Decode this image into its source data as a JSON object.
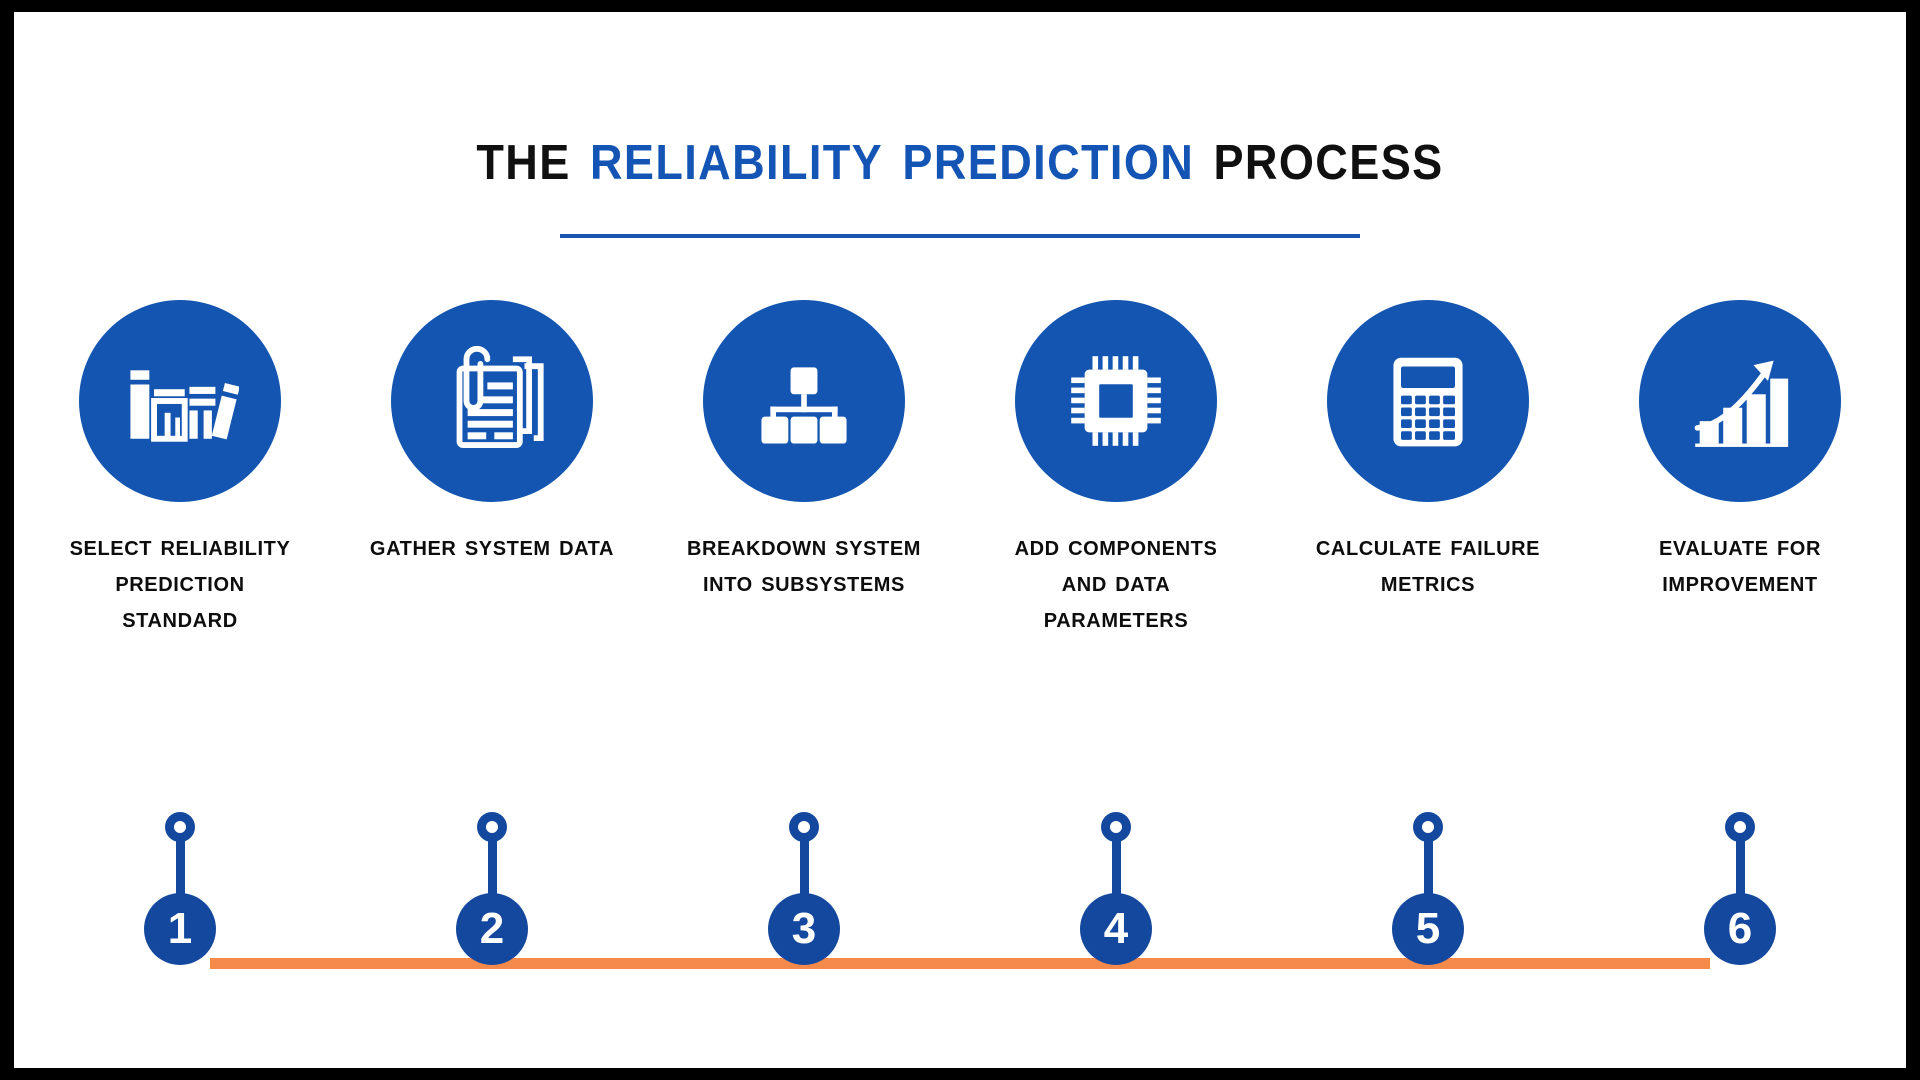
{
  "theme": {
    "brand_blue": "#1355b0",
    "marker_blue": "#14489e",
    "connector_orange": "#f58a4b",
    "title_black": "#101010",
    "background": "#ffffff",
    "border": "#000000"
  },
  "title": {
    "part1": "The ",
    "highlight": "Reliability Prediction",
    "part2": " Process",
    "full": "The Reliability Prediction Process"
  },
  "steps": [
    {
      "number": "1",
      "label": "Select Reliability Prediction Standard",
      "icon": "books-icon"
    },
    {
      "number": "2",
      "label": "Gather System Data",
      "icon": "documents-paperclip-icon"
    },
    {
      "number": "3",
      "label": "Breakdown System into Subsystems",
      "icon": "hierarchy-tree-icon"
    },
    {
      "number": "4",
      "label": "Add components and data parameters",
      "icon": "microchip-icon"
    },
    {
      "number": "5",
      "label": "Calculate Failure Metrics",
      "icon": "calculator-icon"
    },
    {
      "number": "6",
      "label": "Evaluate for improvement",
      "icon": "growth-chart-icon"
    }
  ]
}
